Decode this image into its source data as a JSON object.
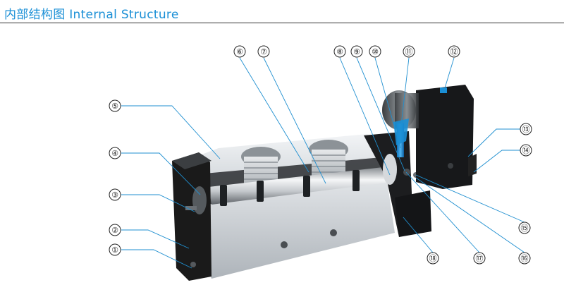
{
  "header": {
    "title": "内部结构图  Internal Structure"
  },
  "colors": {
    "accent": "#1a8fd6",
    "leader": "#1f8fd0",
    "valve_body": "#cfd4d8",
    "end_cap": "#1a1a1a"
  },
  "callouts": [
    "①",
    "②",
    "③",
    "④",
    "⑤",
    "⑥",
    "⑦",
    "⑧",
    "⑨",
    "⑩",
    "⑪",
    "⑫",
    "⑬",
    "⑭",
    "⑮",
    "⑯",
    "⑰",
    "⑱"
  ]
}
